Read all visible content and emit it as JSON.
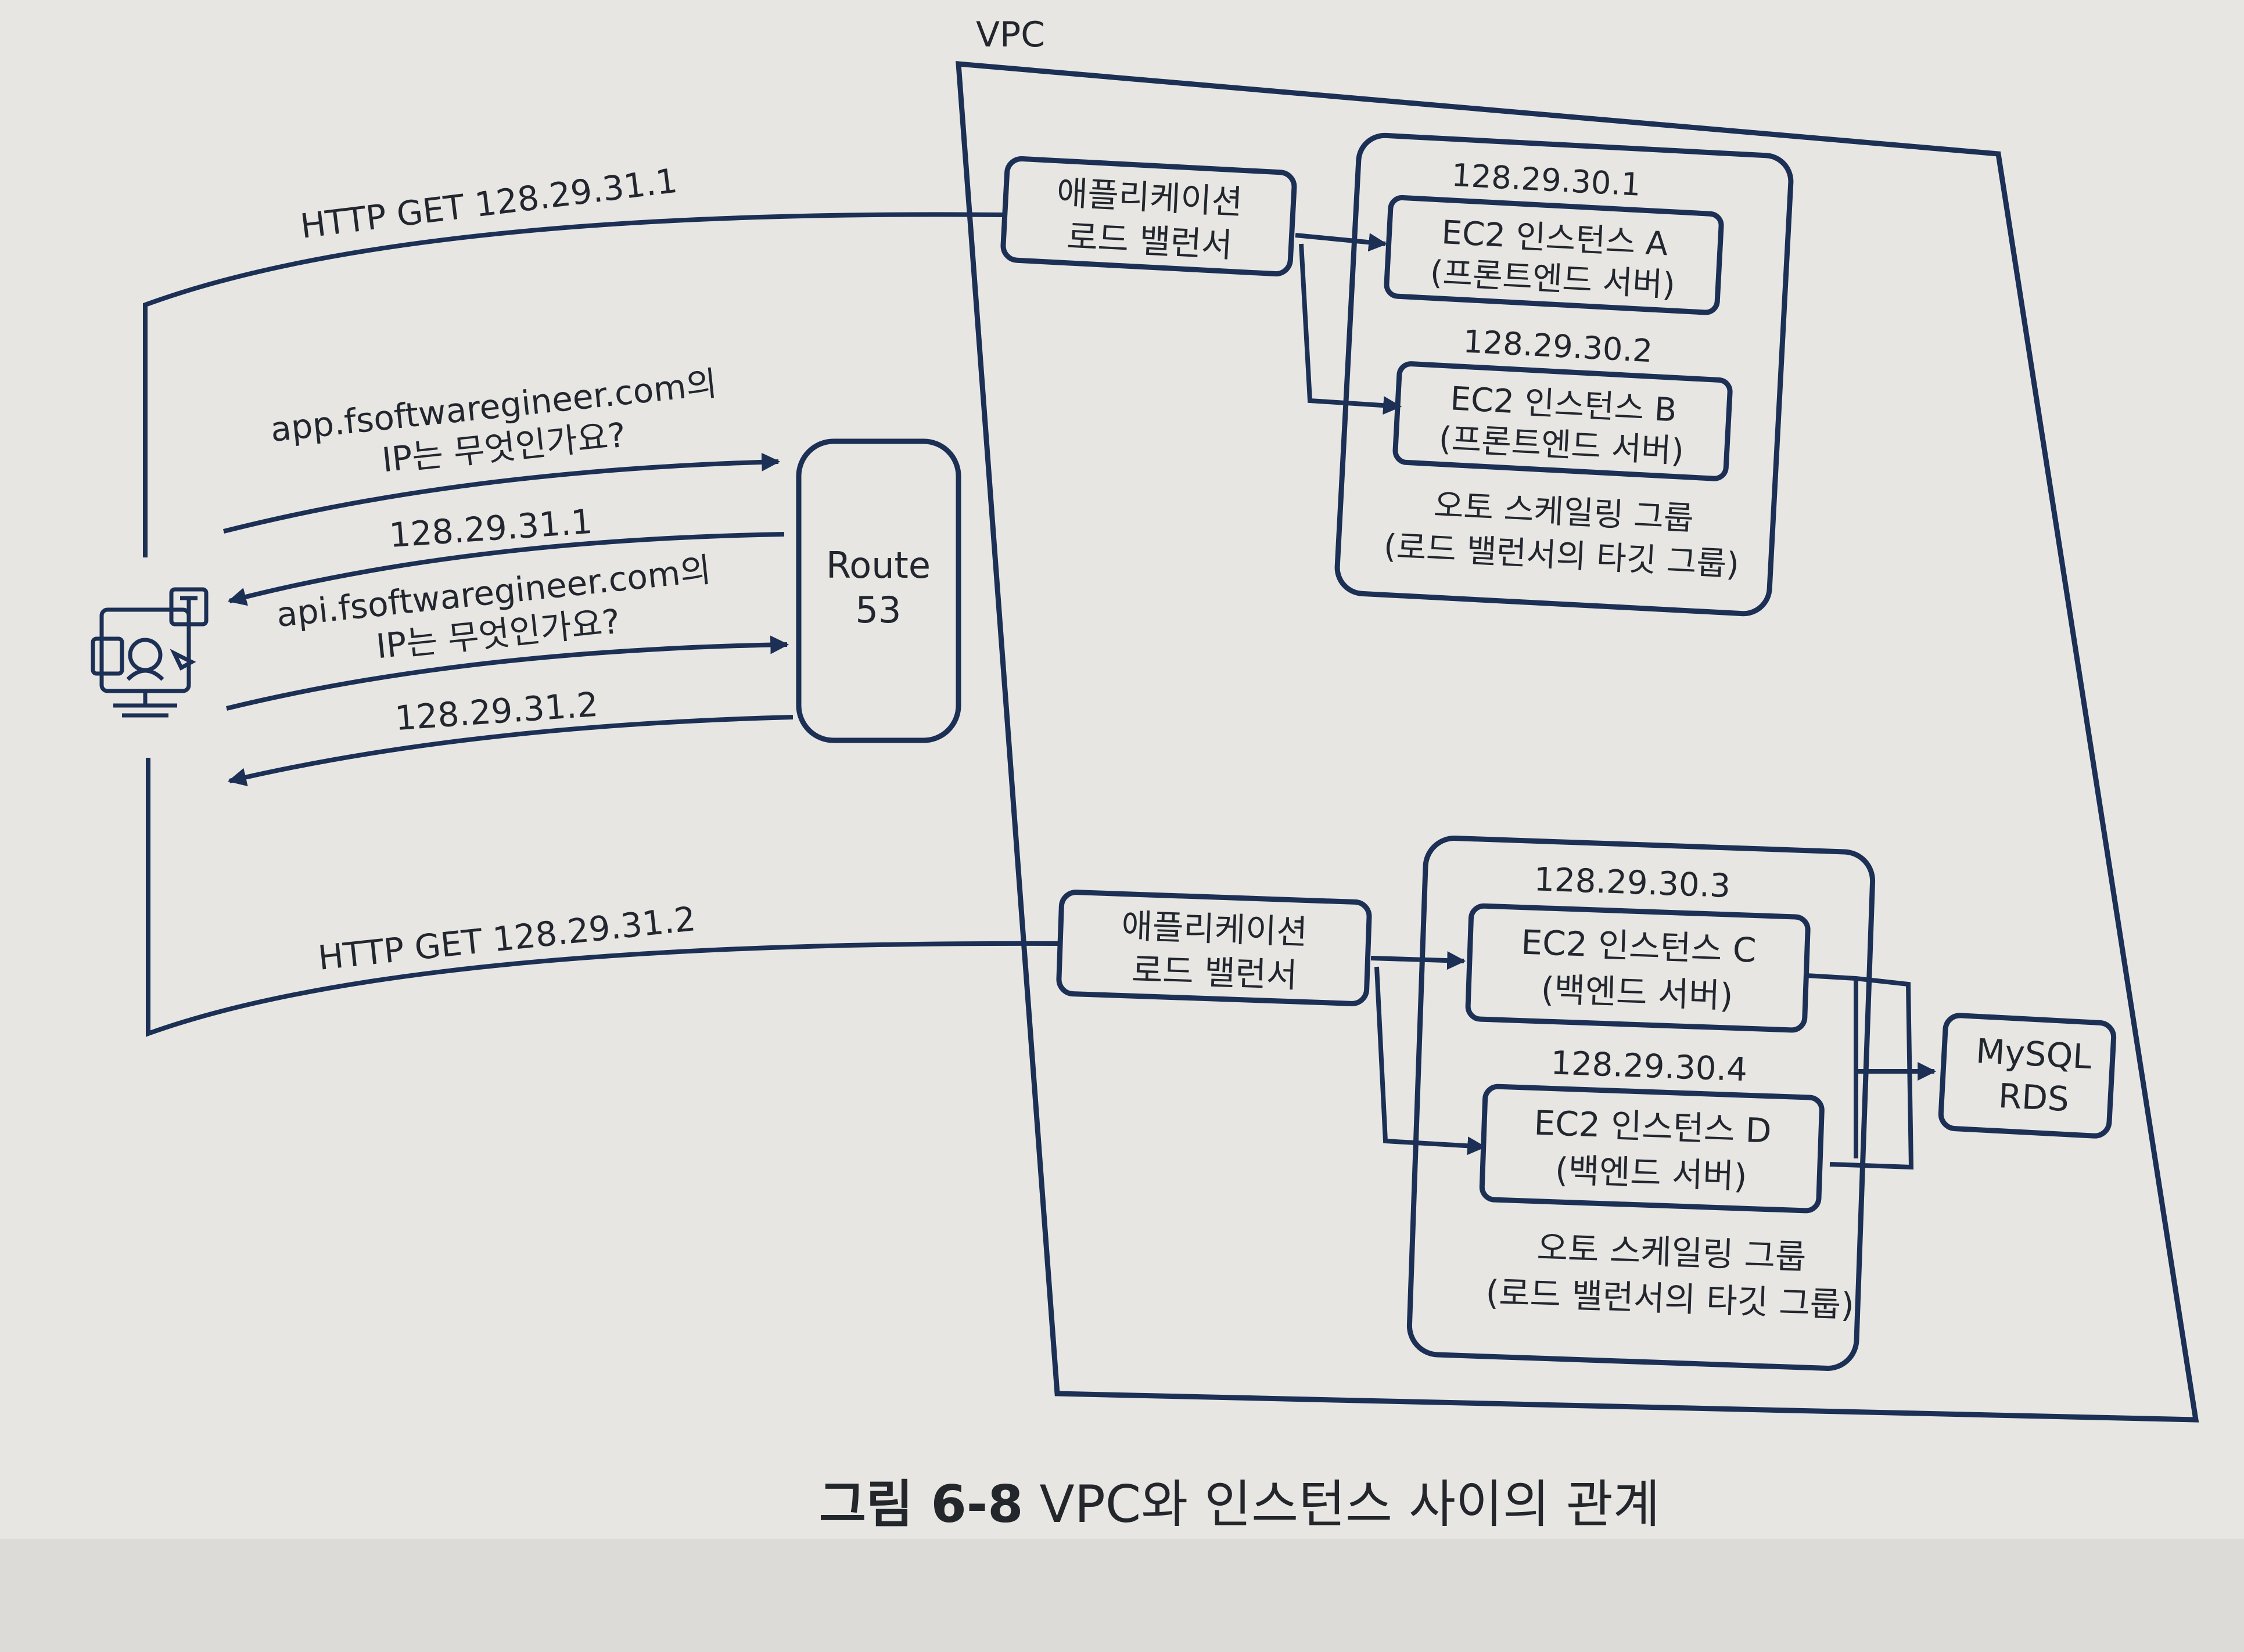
{
  "vpc_label": "VPC",
  "client_icon": "user-computer-icon",
  "route53": {
    "line1": "Route",
    "line2": "53"
  },
  "dns_requests": {
    "app_query_line1": "app.fsoftwaregineer.com의",
    "app_query_line2": "IP는 무엇인가요?",
    "app_answer": "128.29.31.1",
    "api_query_line1": "api.fsoftwaregineer.com의",
    "api_query_line2": "IP는 무엇인가요?",
    "api_answer": "128.29.31.2"
  },
  "http_requests": {
    "top": "HTTP GET 128.29.31.1",
    "bottom": "HTTP GET 128.29.31.2"
  },
  "frontend": {
    "lb_line1": "애플리케이션",
    "lb_line2": "로드 밸런서",
    "instances": [
      {
        "ip": "128.29.30.1",
        "name": "EC2 인스턴스 A",
        "role": "(프론트엔드 서버)"
      },
      {
        "ip": "128.29.30.2",
        "name": "EC2 인스턴스 B",
        "role": "(프론트엔드 서버)"
      }
    ],
    "group_line1": "오토 스케일링 그룹",
    "group_line2": "(로드 밸런서의 타깃 그룹)"
  },
  "backend": {
    "lb_line1": "애플리케이션",
    "lb_line2": "로드 밸런서",
    "instances": [
      {
        "ip": "128.29.30.3",
        "name": "EC2 인스턴스 C",
        "role": "(백엔드 서버)"
      },
      {
        "ip": "128.29.30.4",
        "name": "EC2 인스턴스 D",
        "role": "(백엔드 서버)"
      }
    ],
    "group_line1": "오토 스케일링 그룹",
    "group_line2": "(로드 밸런서의 타깃 그룹)"
  },
  "database": {
    "line1": "MySQL",
    "line2": "RDS"
  },
  "caption": {
    "number": "그림 6-8",
    "text": " VPC와 인스턴스 사이의 관계"
  },
  "colors": {
    "stroke": "#1c2f55",
    "paper": "#e7e6e2",
    "text": "#22262e"
  }
}
